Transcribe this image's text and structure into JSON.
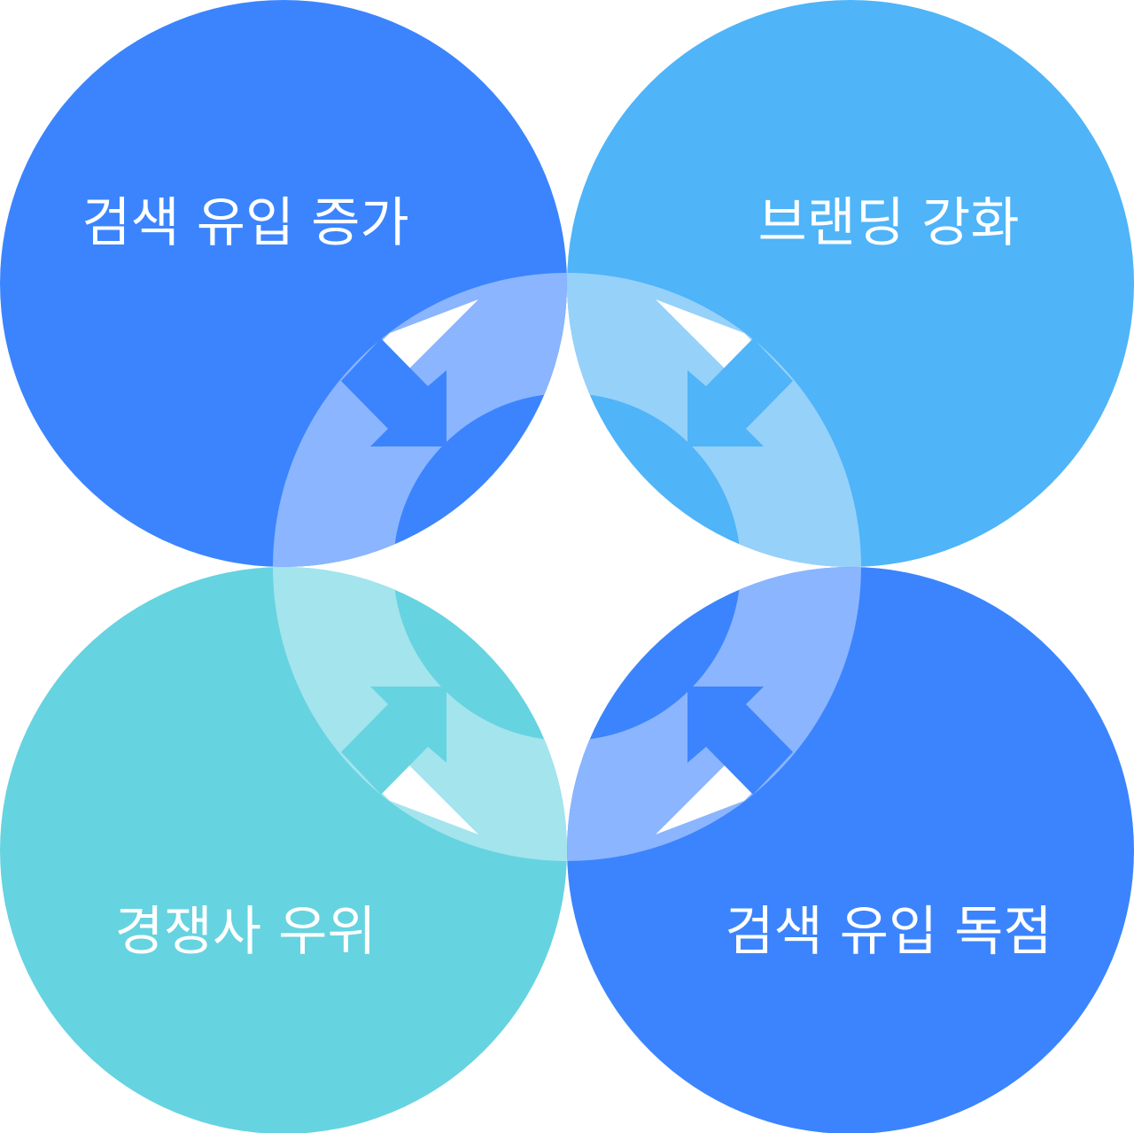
{
  "colors": {
    "background": "#ffffff",
    "circle_primary_blue": "#3b84fd",
    "circle_sky_blue": "#4fb4f8",
    "circle_teal": "#66d3e0",
    "ring_over_primary": "#8bb5fe",
    "ring_over_sky": "#96d1fa",
    "ring_over_teal": "#a3e4ed",
    "arrow_primary": "#3b84fd",
    "arrow_sky": "#4fb4f8",
    "arrow_teal": "#66d3e0",
    "label_text": "#ffffff"
  },
  "circles": [
    {
      "id": "top-left",
      "label": "검색 유입 증가"
    },
    {
      "id": "top-right",
      "label": "브랜딩 강화"
    },
    {
      "id": "bottom-left",
      "label": "경쟁사 우위"
    },
    {
      "id": "bottom-right",
      "label": "검색 유입 독점"
    }
  ],
  "arrows": [
    {
      "id": "top-left",
      "direction": "toward-center",
      "icon": "arrow-down-right-icon"
    },
    {
      "id": "top-right",
      "direction": "toward-center",
      "icon": "arrow-down-left-icon"
    },
    {
      "id": "bottom-left",
      "direction": "toward-center",
      "icon": "arrow-up-right-icon"
    },
    {
      "id": "bottom-right",
      "direction": "toward-center",
      "icon": "arrow-up-left-icon"
    }
  ]
}
